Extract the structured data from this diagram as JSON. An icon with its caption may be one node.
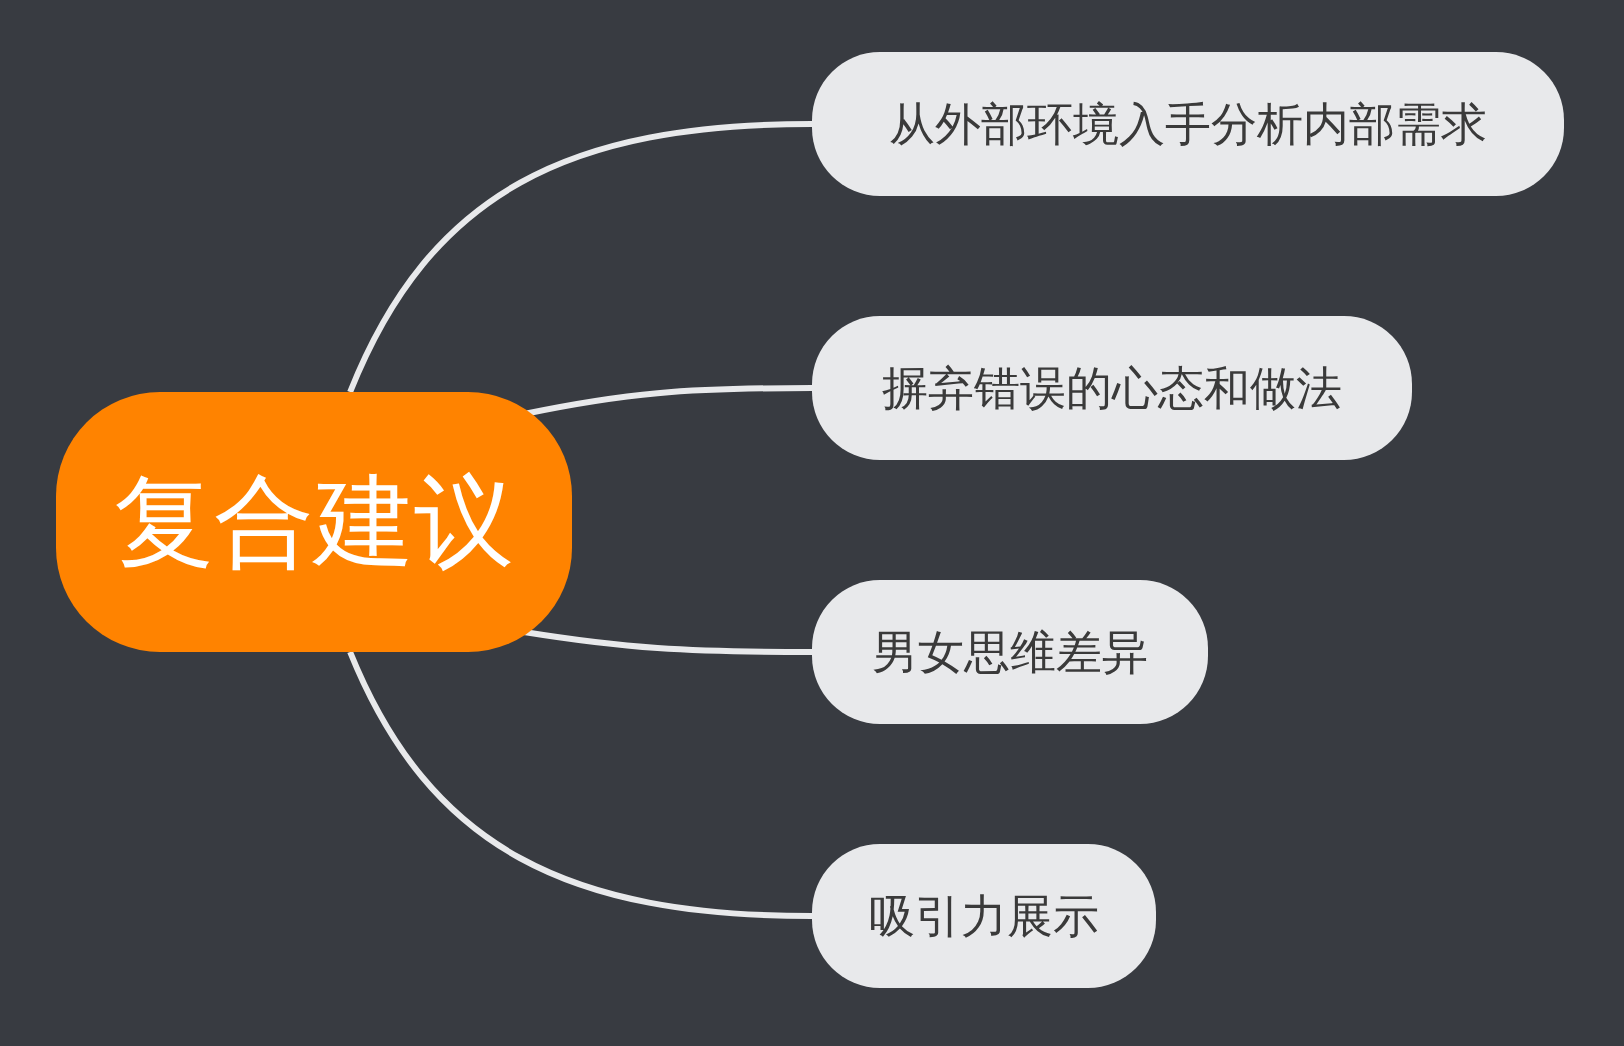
{
  "diagram": {
    "nodes": [
      {
        "text": [
          "复合建议"
        ]
      },
      {
        "text": [
          "从外部环境入手分析内部需求"
        ]
      },
      {
        "text": [
          "摒弃错误的心态和做法"
        ]
      },
      {
        "text": [
          "男女思维差异"
        ]
      },
      {
        "text": [
          "吸引力展示"
        ]
      }
    ],
    "edges": [
      {
        "from": 0,
        "to": 1,
        "arrow": "none"
      },
      {
        "from": 0,
        "to": 2,
        "arrow": "none"
      },
      {
        "from": 0,
        "to": 3,
        "arrow": "none"
      },
      {
        "from": 0,
        "to": 4,
        "arrow": "none"
      }
    ]
  }
}
